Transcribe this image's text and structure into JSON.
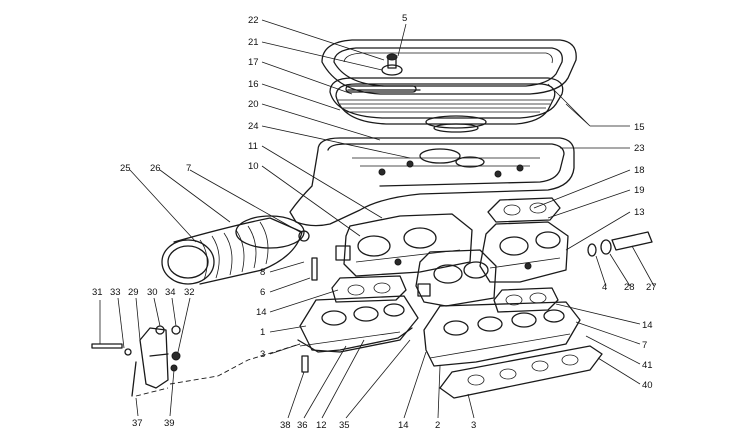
{
  "callouts": {
    "c1": "1",
    "c2": "2",
    "c3a": "3",
    "c3b": "3",
    "c4": "4",
    "c5": "5",
    "c6": "6",
    "c7a": "7",
    "c7b": "7",
    "c8": "8",
    "c10": "10",
    "c11": "11",
    "c12": "12",
    "c13": "13",
    "c14a": "14",
    "c14b": "14",
    "c14c": "14",
    "c15": "15",
    "c16": "16",
    "c17": "17",
    "c18": "18",
    "c19": "19",
    "c20": "20",
    "c21": "21",
    "c22": "22",
    "c23": "23",
    "c24": "24",
    "c25": "25",
    "c26": "26",
    "c27": "27",
    "c28": "28",
    "c29": "29",
    "c30": "30",
    "c31": "31",
    "c32": "32",
    "c33": "33",
    "c34": "34",
    "c35": "35",
    "c36": "36",
    "c37": "37",
    "c38": "38",
    "c39": "39",
    "c40": "40",
    "c41": "41"
  },
  "colors": {
    "ink": "#1a1a1a",
    "background": "#ffffff"
  }
}
